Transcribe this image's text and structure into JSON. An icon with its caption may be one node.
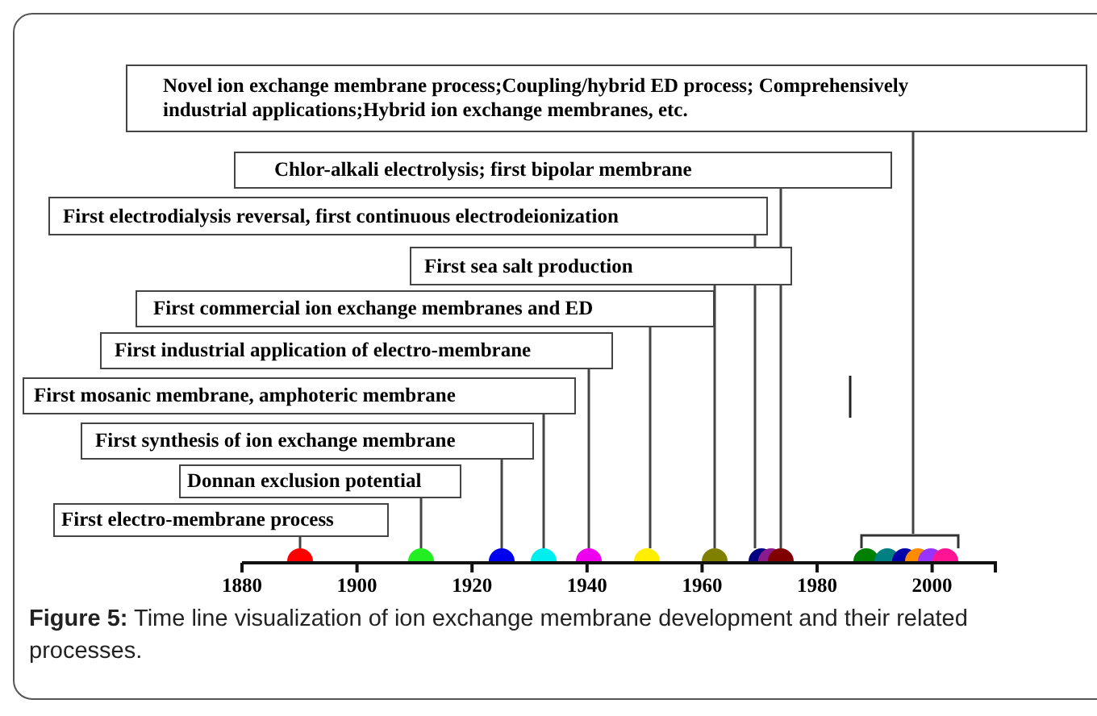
{
  "diagram": {
    "caption": "**Figure 5:** Time line visualization of ion exchange membrane development and their related processes.",
    "nodes": [
      {
        "text": [
          "Novel ion exchange membrane process;Coupling/hybrid ED process; Comprehensively industrial applications;Hybrid ion exchange membranes, etc."
        ]
      },
      {
        "text": [
          "Chlor-alkali electrolysis; first bipolar membrane"
        ]
      },
      {
        "text": [
          "First electrodialysis reversal, first continuous electrodeionization"
        ]
      },
      {
        "text": [
          "First sea salt production"
        ]
      },
      {
        "text": [
          "First commercial ion exchange membranes and ED"
        ]
      },
      {
        "text": [
          "First industrial application of electro-membrane"
        ]
      },
      {
        "text": [
          "First mosanic membrane, amphoteric membrane"
        ]
      },
      {
        "text": [
          "First synthesis of ion exchange membrane"
        ]
      },
      {
        "text": [
          "Donnan exclusion potential"
        ]
      },
      {
        "text": [
          "First electro-membrane process"
        ]
      },
      {
        "text": [],
        "shape": "bracket"
      },
      {
        "text": [],
        "shape": "circle"
      },
      {
        "text": [],
        "shape": "circle"
      },
      {
        "text": [],
        "shape": "circle"
      },
      {
        "text": [],
        "shape": "circle"
      },
      {
        "text": [],
        "shape": "circle"
      },
      {
        "text": [],
        "shape": "circle"
      },
      {
        "text": [],
        "shape": "circle"
      },
      {
        "text": [],
        "shape": "circle"
      },
      {
        "text": [],
        "shape": "circle"
      },
      {
        "text": [],
        "shape": "circle"
      },
      {
        "text": [],
        "shape": "circle"
      },
      {
        "text": [],
        "shape": "circle"
      },
      {
        "text": [],
        "shape": "circle"
      },
      {
        "text": [],
        "shape": "circle"
      },
      {
        "text": [],
        "shape": "circle"
      },
      {
        "text": [],
        "shape": "circle"
      }
    ],
    "edges": [
      {
        "from": 9,
        "to": 11,
        "arrow": "none"
      },
      {
        "from": 8,
        "to": 12,
        "arrow": "none"
      },
      {
        "from": 7,
        "to": 13,
        "arrow": "none"
      },
      {
        "from": 6,
        "to": 14,
        "arrow": "none"
      },
      {
        "from": 5,
        "to": 15,
        "arrow": "none"
      },
      {
        "from": 4,
        "to": 16,
        "arrow": "none"
      },
      {
        "from": 3,
        "to": 17,
        "arrow": "none"
      },
      {
        "from": 2,
        "to": 18,
        "arrow": "none"
      },
      {
        "from": 1,
        "to": 20,
        "arrow": "none"
      },
      {
        "from": 0,
        "to": 10,
        "arrow": "none"
      }
    ],
    "labels": [
      "1880",
      "1900",
      "1920",
      "1940",
      "1960",
      "1980",
      "2000"
    ]
  }
}
